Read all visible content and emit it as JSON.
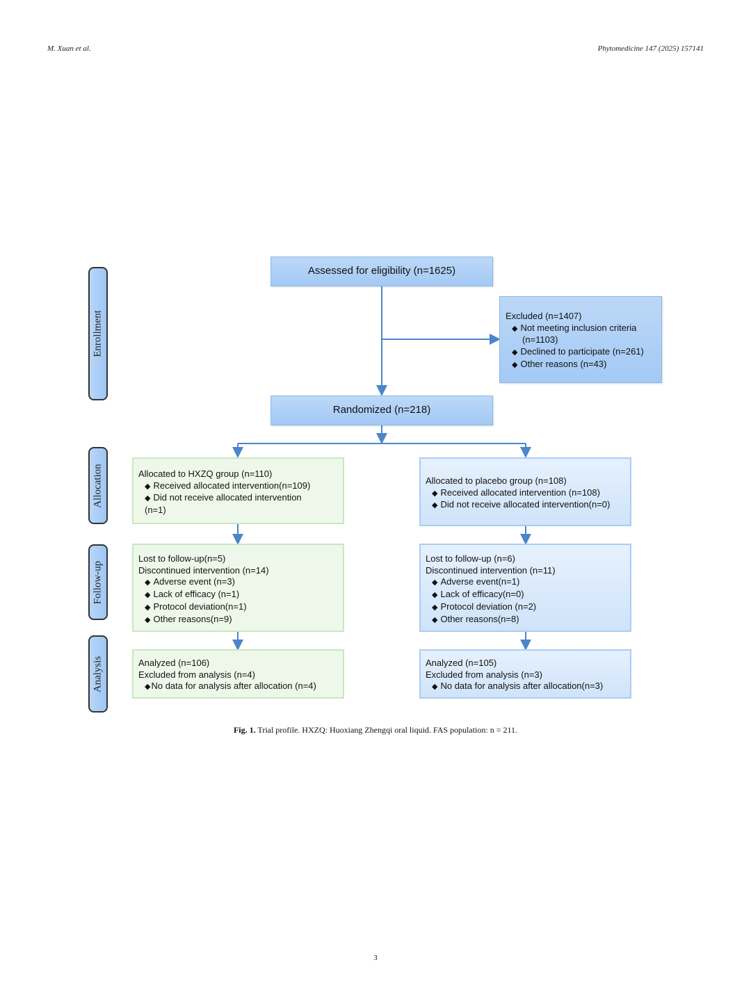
{
  "header": {
    "authors": "M. Xuan et al.",
    "journal": "Phytomedicine 147 (2025) 157141"
  },
  "stages": [
    "Enrollment",
    "Allocation",
    "Follow-up",
    "Analysis"
  ],
  "assessed": "Assessed for eligibility (n=1625)",
  "excluded": {
    "title": "Excluded (n=1407)",
    "items": [
      "Not meeting inclusion criteria",
      "(n=1103)",
      "Declined to participate (n=261)",
      "Other reasons (n=43)"
    ]
  },
  "randomized": "Randomized (n=218)",
  "hxzq": {
    "allocation": {
      "title": "Allocated to HXZQ group (n=110)",
      "items": [
        "Received allocated intervention(n=109)",
        "Did not receive allocated intervention"
      ],
      "tail": "(n=1)"
    },
    "followup": {
      "lines": [
        "Lost to follow-up(n=5)",
        "Discontinued intervention (n=14)"
      ],
      "items": [
        "Adverse event (n=3)",
        "Lack of efficacy (n=1)",
        "Protocol deviation(n=1)",
        "Other reasons(n=9)"
      ]
    },
    "analysis": {
      "lines": [
        "Analyzed (n=106)",
        "Excluded from analysis (n=4)"
      ],
      "items": [
        "No data for analysis after allocation (n=4)"
      ]
    }
  },
  "placebo": {
    "allocation": {
      "title": "Allocated to placebo group (n=108)",
      "items": [
        "Received allocated intervention (n=108)",
        "Did not receive allocated intervention(n=0)"
      ]
    },
    "followup": {
      "lines": [
        "Lost to follow-up (n=6)",
        "Discontinued intervention (n=11)"
      ],
      "items": [
        "Adverse event(n=1)",
        "Lack of efficacy(n=0)",
        "Protocol deviation (n=2)",
        "Other reasons(n=8)"
      ]
    },
    "analysis": {
      "lines": [
        "Analyzed (n=105)",
        "Excluded from analysis (n=3)"
      ],
      "items": [
        "No data for analysis after allocation(n=3)"
      ]
    }
  },
  "bullet": "◆",
  "caption": {
    "label": "Fig. 1.",
    "text": " Trial profile. HXZQ: Huoxiang Zhengqi oral liquid. FAS population: n = 211."
  },
  "page_number": "3"
}
